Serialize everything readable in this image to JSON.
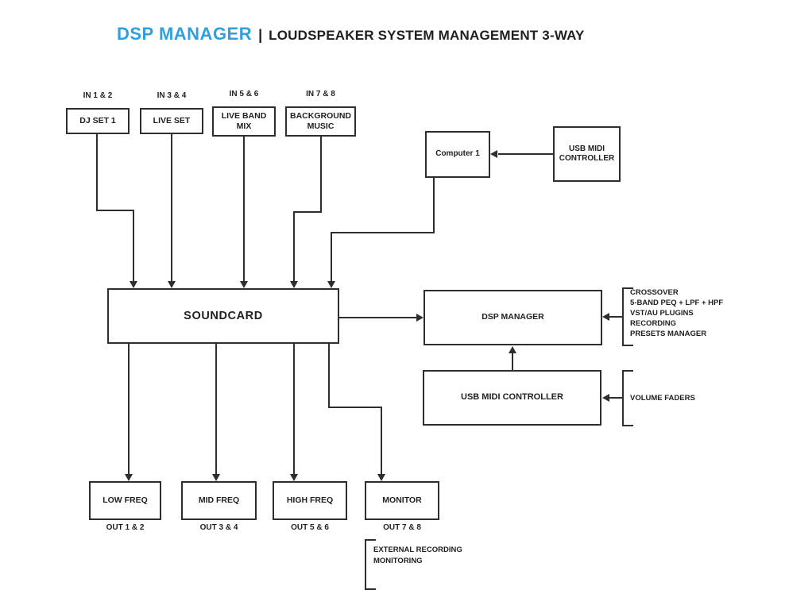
{
  "title": {
    "brand": "DSP MANAGER",
    "separator": "|",
    "subtitle": "LOUDSPEAKER SYSTEM MANAGEMENT 3-WAY"
  },
  "colors": {
    "brand_blue": "#2f9fdf",
    "line_color": "#2e2e2e"
  },
  "inputs": [
    {
      "port": "IN 1 & 2",
      "label": "DJ SET 1"
    },
    {
      "port": "IN 3 & 4",
      "label": "LIVE SET"
    },
    {
      "port": "IN 5 & 6",
      "label": "LIVE BAND MIX"
    },
    {
      "port": "IN 7 & 8",
      "label": "BACKGROUND MUSIC"
    }
  ],
  "nodes": {
    "computer": "Computer 1",
    "usb_midi_top": "USB MIDI CONTROLLER",
    "soundcard": "SOUNDCARD",
    "dsp_manager": "DSP MANAGER",
    "usb_midi_bottom": "USB MIDI CONTROLLER"
  },
  "outputs": [
    {
      "label": "LOW FREQ",
      "port": "OUT 1 & 2"
    },
    {
      "label": "MID FREQ",
      "port": "OUT 3 & 4"
    },
    {
      "label": "HIGH FREQ",
      "port": "OUT 5 & 6"
    },
    {
      "label": "MONITOR",
      "port": "OUT 7 & 8"
    }
  ],
  "annotations": {
    "dsp_features": [
      "CROSSOVER",
      "5-BAND PEQ + LPF + HPF",
      "VST/AU PLUGINS",
      "RECORDING",
      "PRESETS MANAGER"
    ],
    "usb_midi_feature": "VOLUME FADERS",
    "monitor_note": [
      "EXTERNAL RECORDING",
      "MONITORING"
    ]
  }
}
